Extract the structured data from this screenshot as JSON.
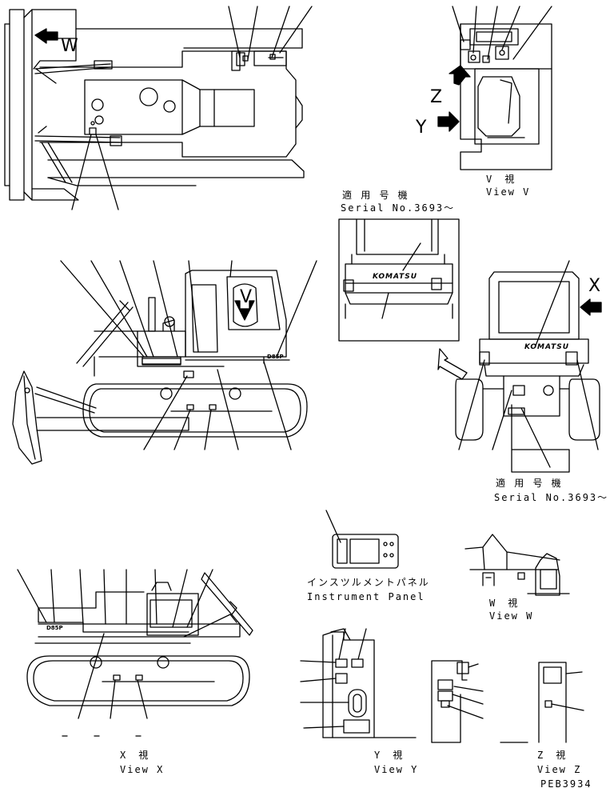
{
  "view_labels": {
    "w_arrow": "W",
    "v_arrow": "V",
    "x_arrow": "X",
    "y_arrow": "Y",
    "z_arrow": "Z",
    "view_v_jp": "V　視",
    "view_v_en": "View V",
    "view_w_jp": "W　視",
    "view_w_en": "View W",
    "view_x_jp": "X　視",
    "view_x_en": "View X",
    "view_y_jp": "Y　視",
    "view_y_en": "View Y",
    "view_z_jp": "Z　視",
    "view_z_en": "View Z"
  },
  "notes": {
    "applicable_serial_jp_1": "適 用 号 機",
    "applicable_serial_en_1": "Serial No.3693～",
    "applicable_serial_jp_2": "適 用 号 機",
    "applicable_serial_en_2": "Serial No.3693～",
    "instrument_panel_jp": "インスツルメントパネル",
    "instrument_panel_en": "Instrument Panel"
  },
  "decals": {
    "brand_logo_1": "KOMATSU",
    "brand_logo_2": "KOMATSU",
    "dozer_sign_1": "D85P",
    "dozer_sign_2": "D85P"
  },
  "drawing_code": "PEB3934",
  "colors": {
    "ink": "#000000",
    "paper": "#ffffff"
  }
}
